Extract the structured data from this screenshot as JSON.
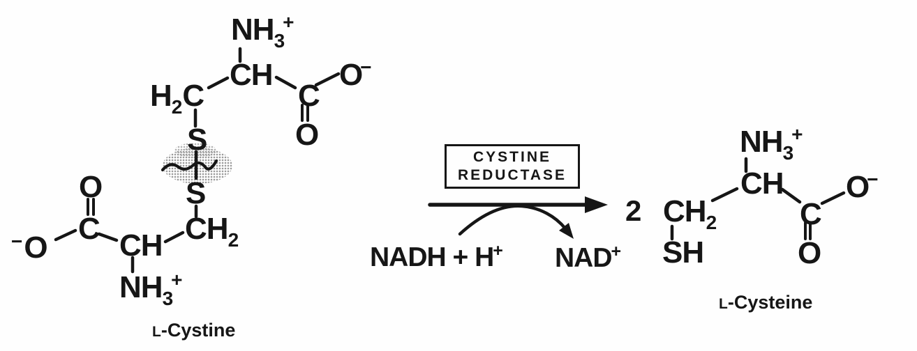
{
  "figure": {
    "background": "#fefefe",
    "ink_color": "#161616"
  },
  "reaction": {
    "enzyme_box": {
      "line1": "CYSTINE",
      "line2": "REDUCTASE"
    },
    "cofactor_left": {
      "main": "NADH + H",
      "sup": "+"
    },
    "cofactor_right": {
      "main": "NAD",
      "sup": "+"
    },
    "product_coefficient": "2"
  },
  "molecules": {
    "cystine": {
      "label": {
        "prefix": "L",
        "rest": "-Cystine"
      },
      "top_unit": {
        "nh3": {
          "main": "NH",
          "sub": "3",
          "sup": "+"
        },
        "ch": "CH",
        "h2c": {
          "main1": "H",
          "sub": "2",
          "main2": "C"
        },
        "carboxyl_c": "C",
        "o_minus": {
          "main": "O",
          "sup": "−"
        },
        "o_double": "O",
        "s": "S"
      },
      "bottom_unit": {
        "s": "S",
        "o_double": "O",
        "carboxyl_c": "C",
        "o_minus": {
          "sup": "−",
          "main": "O"
        },
        "ch": "CH",
        "ch2": {
          "main": "CH",
          "sub": "2"
        },
        "nh3": {
          "main": "NH",
          "sub": "3",
          "sup": "+"
        }
      }
    },
    "cysteine": {
      "label": {
        "prefix": "L",
        "rest": "-Cysteine"
      },
      "nh3": {
        "main": "NH",
        "sub": "3",
        "sup": "+"
      },
      "ch": "CH",
      "ch2": {
        "main": "CH",
        "sub": "2"
      },
      "sh": "SH",
      "carboxyl_c": "C",
      "o_minus": {
        "main": "O",
        "sup": "−"
      },
      "o_double": "O"
    }
  }
}
